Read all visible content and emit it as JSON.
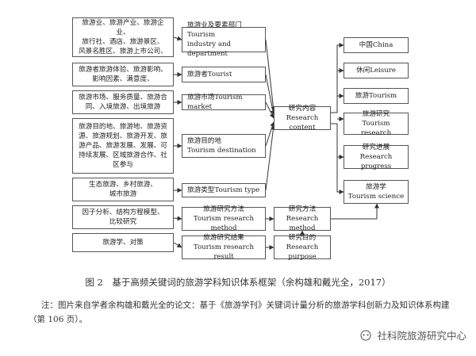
{
  "left_boxes": [
    {
      "text": "旅游业、旅游产业、旅游企业、\n旅行社、酒店、旅游景区、\n风景名胜区、旅游上市公司、"
    },
    {
      "text": "旅游者旅游体验、旅游影响、\n影响因素、满意度、"
    },
    {
      "text": "旅游市场、服务质量、旅游合\n同、入境旅游、出境旅游"
    },
    {
      "text": "旅游目的地、旅游地、旅游资\n源、旅游规划、旅游开发、旅\n游产品、旅游发展、发展、可\n持续发展、区域旅游合作、社\n区参与"
    },
    {
      "text": "生态旅游、乡村旅游、\n城市旅游"
    },
    {
      "text": "因子分析、结构方程模型、\n比较研究"
    },
    {
      "text": "旅游学、对策"
    }
  ],
  "mid_boxes": [
    {
      "text": "旅游业及要素部门Tourism\nindustry and department"
    },
    {
      "text": "旅游者Tourist"
    },
    {
      "text": "旅游市场Tourism market"
    },
    {
      "text": "旅游目的地\nTourism destination"
    },
    {
      "text": "旅游类型Tourism type"
    },
    {
      "text": "旅游研究方法\nTourism research method"
    },
    {
      "text": "旅游研究结果\nTourism research result"
    }
  ],
  "center_boxes": {
    "content": "研究内容\nResearch content",
    "method": "研究方法\nResearch method",
    "purpose": "研究目的\nResearch purpose"
  },
  "right_boxes": [
    {
      "text": "中国China"
    },
    {
      "text": "休闲Leisure"
    },
    {
      "text": "旅游Tourism"
    },
    {
      "text": "旅游研究\nTourism research"
    },
    {
      "text": "研究进展\nResearch progress"
    },
    {
      "text": "旅游学\nTourism science"
    }
  ],
  "caption": "图 2　基于高频关键词的旅游学科知识体系框架（余构雄和戴光全，2017）",
  "note": "注：图片来自学者余构雄和戴光全的论文：基于《旅游学刊》关键词计量分析的旅游学科创新力及知识体系构建（第 106 页）。",
  "watermark": "社科院旅游研究中心",
  "colors": {
    "border": "#555555",
    "arrow": "#333333",
    "text": "#222222"
  }
}
